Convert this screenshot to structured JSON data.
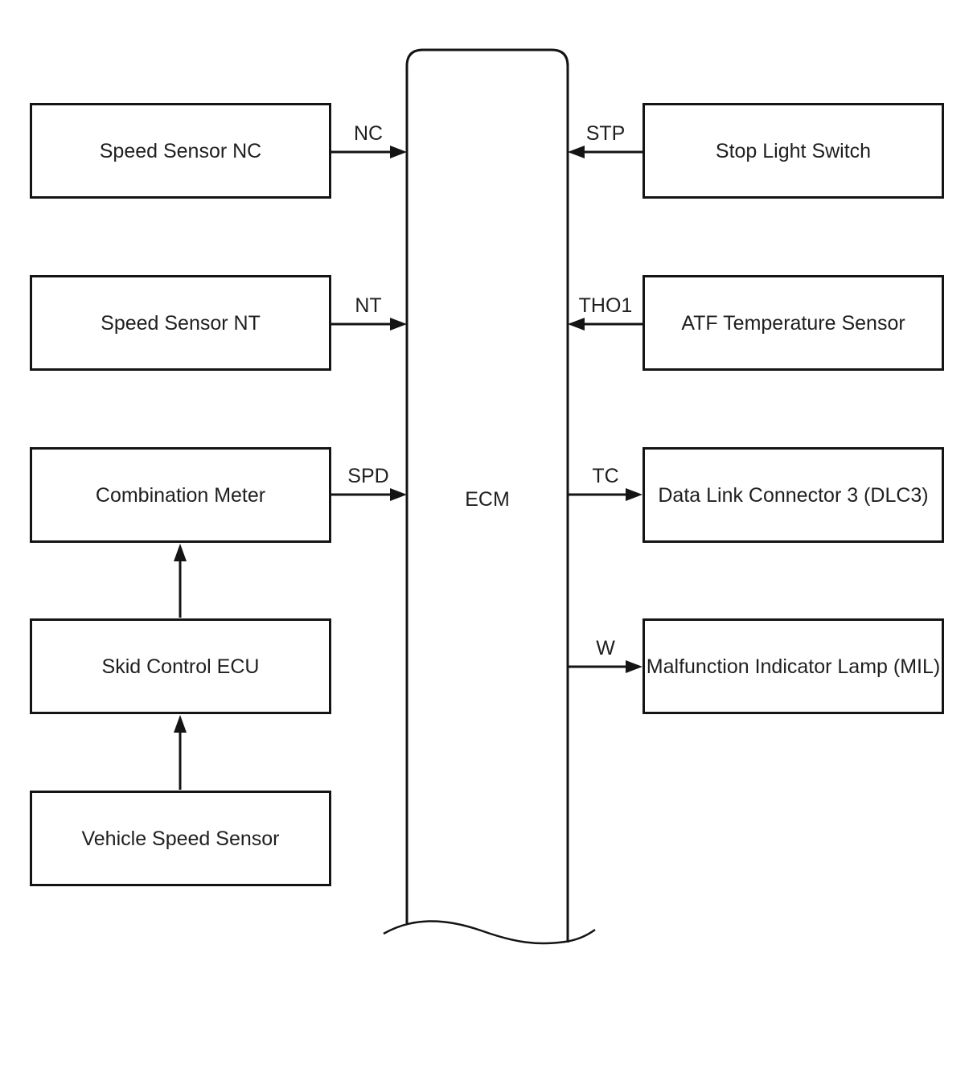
{
  "diagram": {
    "title_hint": "ECM input/output block diagram",
    "colors": {
      "line": "#141414",
      "background": "#ffffff",
      "text": "#1f1f1f"
    },
    "ecm": {
      "label": "ECM"
    },
    "left_nodes": [
      {
        "label": "Speed Sensor NC",
        "signal": "NC",
        "direction": "to-ecm"
      },
      {
        "label": "Speed Sensor NT",
        "signal": "NT",
        "direction": "to-ecm"
      },
      {
        "label": "Combination Meter",
        "signal": "SPD",
        "direction": "to-ecm"
      },
      {
        "label": "Skid Control ECU",
        "direction": "to-combination-meter"
      },
      {
        "label": "Vehicle Speed Sensor",
        "direction": "to-skid-control-ecu"
      }
    ],
    "right_nodes": [
      {
        "label": "Stop Light Switch",
        "signal": "STP",
        "direction": "to-ecm"
      },
      {
        "label": "ATF Temperature Sensor",
        "signal": "THO1",
        "direction": "to-ecm"
      },
      {
        "label": "Data Link Connector 3 (DLC3)",
        "signal": "TC",
        "direction": "from-ecm"
      },
      {
        "label": "Malfunction Indicator Lamp (MIL)",
        "signal": "W",
        "direction": "from-ecm"
      }
    ]
  }
}
